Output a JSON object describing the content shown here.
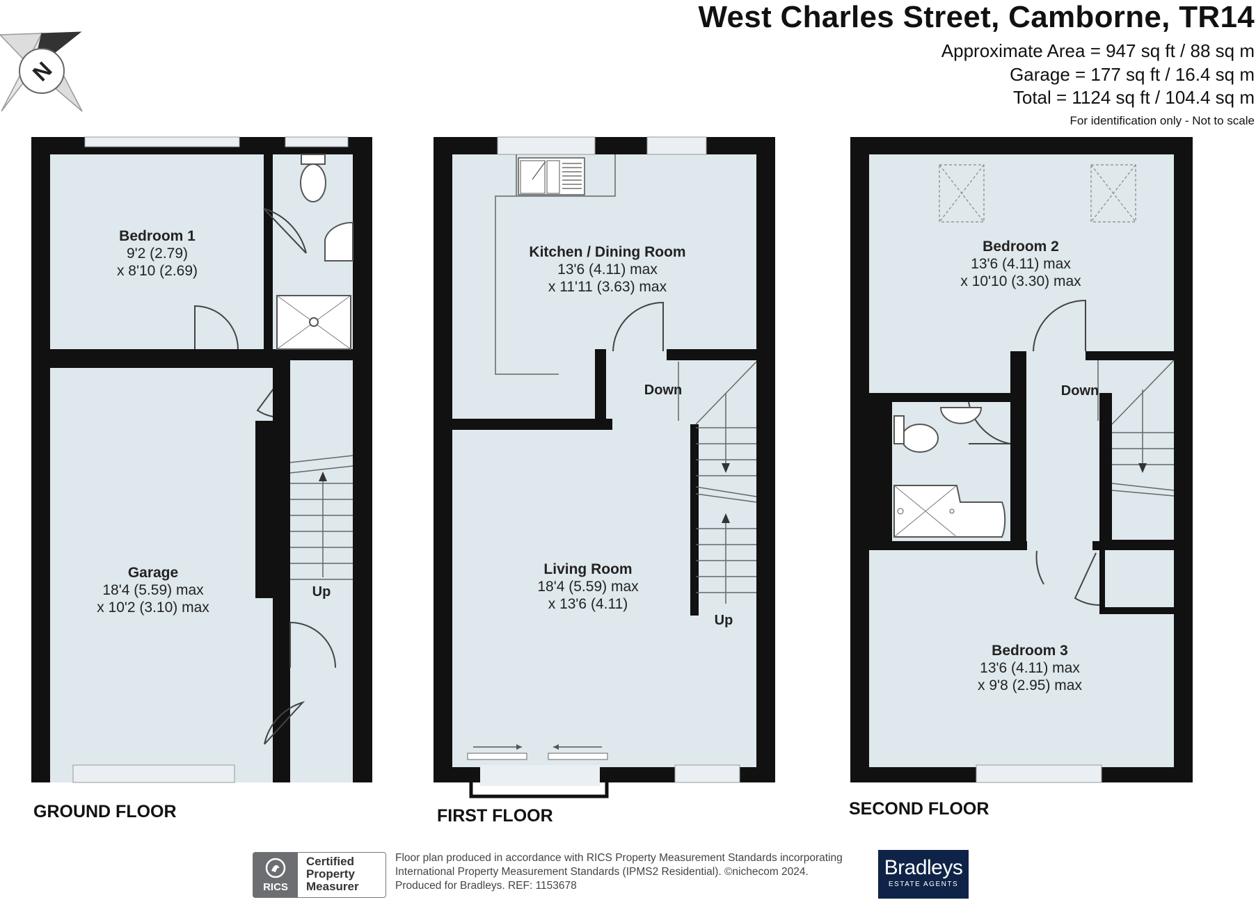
{
  "header": {
    "title": "West Charles Street, Camborne, TR14",
    "area_approx": "Approximate Area = 947 sq ft / 88 sq m",
    "area_garage": "Garage = 177 sq ft / 16.4 sq m",
    "area_total": "Total = 1124 sq ft / 104.4 sq m",
    "disclaimer": "For identification only - Not to scale"
  },
  "compass": {
    "north_label": "N"
  },
  "floors": {
    "ground": {
      "label": "GROUND FLOOR",
      "rooms": [
        {
          "name": "Bedroom 1",
          "dim1": "9'2 (2.79)",
          "dim2": "x 8'10 (2.69)"
        },
        {
          "name": "Garage",
          "dim1": "18'4 (5.59) max",
          "dim2": "x 10'2 (3.10) max"
        }
      ],
      "stair_label": "Up"
    },
    "first": {
      "label": "FIRST FLOOR",
      "rooms": [
        {
          "name": "Kitchen / Dining Room",
          "dim1": "13'6 (4.11) max",
          "dim2": "x 11'11 (3.63) max"
        },
        {
          "name": "Living Room",
          "dim1": "18'4 (5.59) max",
          "dim2": "x 13'6 (4.11)"
        }
      ],
      "stair_down_label": "Down",
      "stair_up_label": "Up"
    },
    "second": {
      "label": "SECOND FLOOR",
      "rooms": [
        {
          "name": "Bedroom 2",
          "dim1": "13'6 (4.11) max",
          "dim2": "x 10'10 (3.30) max"
        },
        {
          "name": "Bedroom 3",
          "dim1": "13'6 (4.11) max",
          "dim2": "x 9'8 (2.95) max"
        }
      ],
      "stair_down_label": "Down"
    }
  },
  "footer": {
    "rics_logo_text": "RICS",
    "rics_badge": [
      "Certified",
      "Property",
      "Measurer"
    ],
    "lines": [
      "Floor plan produced in accordance with RICS Property Measurement Standards incorporating",
      "International Property Measurement Standards (IPMS2 Residential).  ©nichecom 2024.",
      "Produced for Bradleys.   REF:  1153678"
    ],
    "agent_name": "Bradleys",
    "agent_sub": "ESTATE AGENTS"
  },
  "colors": {
    "wall": "#111111",
    "floor_fill": "#dfe8ec",
    "window": "#e9eff2",
    "agent_brand": "#0e2347",
    "rics_grey": "#6d6e71"
  }
}
